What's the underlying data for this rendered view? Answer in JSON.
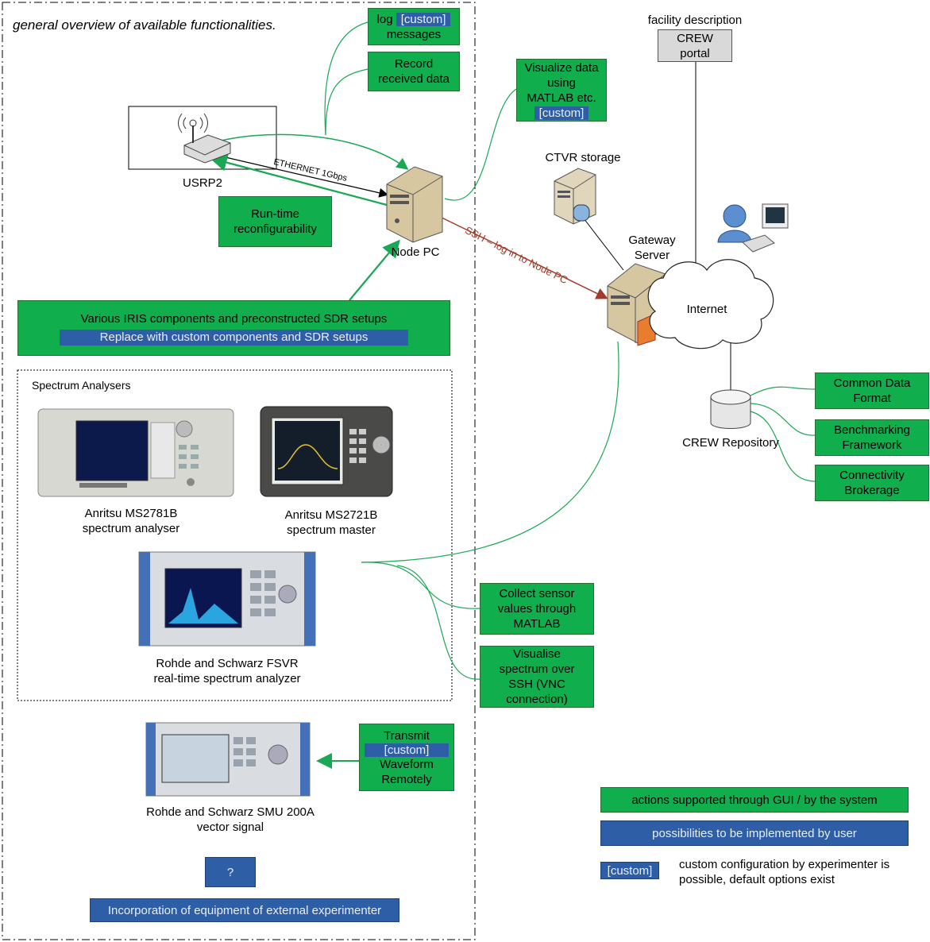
{
  "title": "general overview of available functionalities.",
  "log_box": {
    "line1": "log",
    "custom": "[custom]",
    "line2": "messages"
  },
  "record_box": {
    "line1": "Record",
    "line2": "received data"
  },
  "visualize_box": {
    "line1": "Visualize data",
    "line2": "using",
    "line3": "MATLAB etc.",
    "custom": "[custom]"
  },
  "facility": {
    "label": "facility description",
    "portal_line1": "CREW",
    "portal_line2": "portal"
  },
  "usrp": {
    "label": "USRP2",
    "link_label": "ETHERNET 1Gbps"
  },
  "node_pc": {
    "label": "Node PC"
  },
  "runtime_box": {
    "line1": "Run-time",
    "line2": "reconfigurability"
  },
  "ctvr": {
    "label": "CTVR storage"
  },
  "gateway": {
    "line1": "Gateway",
    "line2": "Server"
  },
  "ssh_label": "SSH – log in to Node PC",
  "internet": {
    "label": "Internet"
  },
  "iris_box": {
    "line1": "Various IRIS components and preconstructed SDR setups",
    "line2": "Replace with custom components and SDR setups"
  },
  "spectrum": {
    "title": "Spectrum Analysers",
    "ms2781": {
      "line1": "Anritsu MS2781B",
      "line2": "spectrum analyser"
    },
    "ms2721": {
      "line1": "Anritsu MS2721B",
      "line2": "spectrum master"
    },
    "fsvr": {
      "line1": "Rohde and Schwarz FSVR",
      "line2": "real-time spectrum analyzer"
    }
  },
  "repository": {
    "label": "CREW Repository"
  },
  "common_box": {
    "line1": "Common Data",
    "line2": "Format"
  },
  "bench_box": {
    "line1": "Benchmarking",
    "line2": "Framework"
  },
  "conn_box": {
    "line1": "Connectivity",
    "line2": "Brokerage"
  },
  "collect_box": {
    "line1": "Collect sensor",
    "line2": "values through",
    "line3": "MATLAB"
  },
  "visualise_box": {
    "line1": "Visualise",
    "line2": "spectrum over",
    "line3": "SSH (VNC",
    "line4": "connection)"
  },
  "smu": {
    "line1": "Rohde and Schwarz SMU 200A",
    "line2": "vector signal"
  },
  "transmit_box": {
    "line1": "Transmit",
    "custom": "[custom]",
    "line2": "Waveform",
    "line3": "Remotely"
  },
  "question_box": "?",
  "external_box": "Incorporation of equipment of external experimenter",
  "legend": {
    "green": "actions supported through GUI / by the system",
    "blue": "possibilities to be implemented by user",
    "custom_tag": "[custom]",
    "custom_desc1": "custom configuration by experimenter is",
    "custom_desc2": "possible, default options exist"
  },
  "colors": {
    "green": "#10ae4d",
    "blue": "#2e5ea6",
    "ssh": "#a33b2b",
    "connector": "#1aa855"
  }
}
